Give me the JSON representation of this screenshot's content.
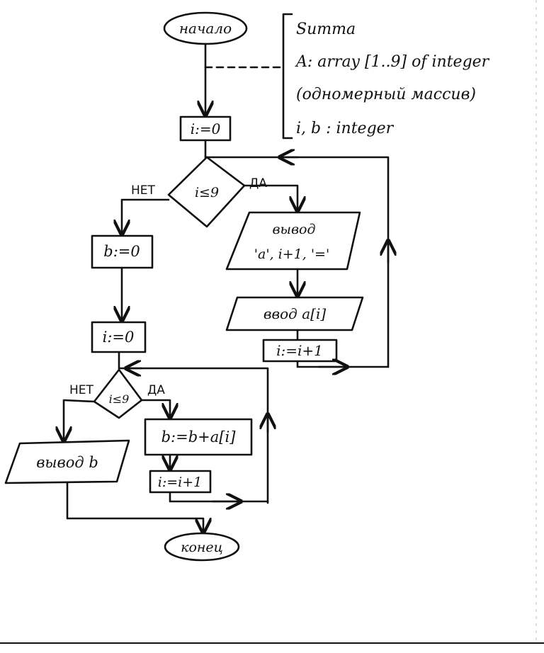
{
  "title": "Summa",
  "declarations": {
    "title": "Summa",
    "line1": "A: array [1..9] of integer",
    "line2": "(одномерный массив)",
    "line3": "i, b : integer"
  },
  "nodes": {
    "start": "начало",
    "init_i_1": "i:=0",
    "cond_1": "i≤9",
    "no_1": "НЕТ",
    "yes_1": "ДА",
    "output_prompt_line1": "вывод",
    "output_prompt_line2": "'a', i+1, '='",
    "input_a": "ввод a[i]",
    "inc_i_1": "i:=i+1",
    "init_b": "b:=0",
    "init_i_2": "i:=0",
    "cond_2": "i≤9",
    "no_2": "НЕТ",
    "yes_2": "ДА",
    "sum": "b:=b+a[i]",
    "inc_i_2": "i:=i+1",
    "output_b": "вывод b",
    "end": "конец"
  }
}
